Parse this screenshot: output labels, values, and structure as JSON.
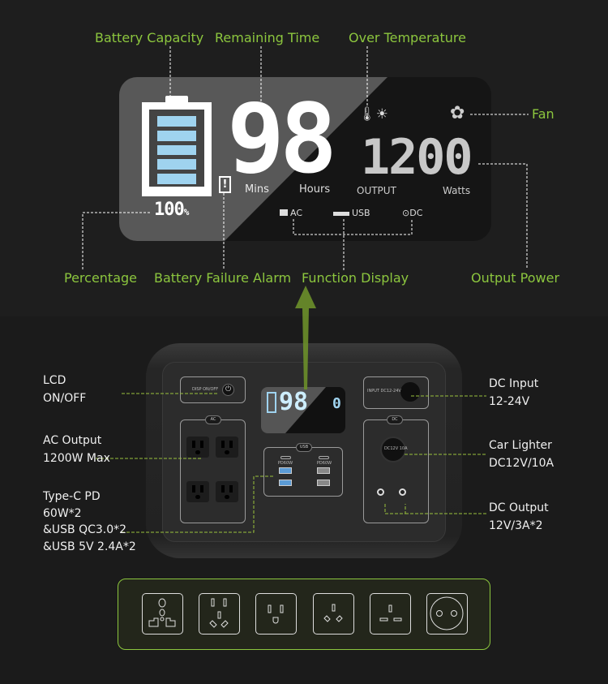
{
  "colors": {
    "accent": "#8cc63e",
    "battery_cell": "#9fd3ef",
    "lcd_light": "#585858",
    "lcd_dark": "#151515"
  },
  "callouts_top": {
    "battery_capacity": "Battery Capacity",
    "remaining_time": "Remaining Time",
    "over_temperature": "Over Temperature",
    "fan": "Fan"
  },
  "callouts_bottom": {
    "percentage": "Percentage",
    "battery_failure_alarm": "Battery Failure Alarm",
    "function_display": "Function Display",
    "output_power": "Output Power"
  },
  "lcd": {
    "time_value": "98",
    "mins": "Mins",
    "hours": "Hours",
    "output_value": "1200",
    "output_label": "OUTPUT",
    "watts": "Watts",
    "percent_value": "100",
    "percent_sign": "%",
    "alarm": "!",
    "functions": {
      "ac": "AC",
      "usb": "USB",
      "dc": "DC"
    },
    "battery_level": 1.0
  },
  "left_labels": {
    "lcd": [
      "LCD",
      "ON/OFF"
    ],
    "ac": [
      "AC Output",
      "1200W Max"
    ],
    "usb": [
      "Type-C PD",
      "60W*2",
      "&USB QC3.0*2",
      "&USB 5V 2.4A*2"
    ]
  },
  "right_labels": {
    "dc_input": [
      "DC Input",
      "12-24V"
    ],
    "car": [
      "Car Lighter",
      "DC12V/10A"
    ],
    "dc_out": [
      "DC Output",
      "12V/3A*2"
    ]
  },
  "device": {
    "disp": "DISP ON/OFF",
    "input": "INPUT DC12-24V",
    "ac": "AC",
    "dc": "DC",
    "usb": "USB",
    "car": "DC12V 10A",
    "pd1": "PD60W",
    "pd2": "PD60W",
    "lcd_time": "98",
    "lcd_out": "0"
  },
  "plug_types": [
    "universal-socket-icon",
    "china-socket-icon",
    "us-socket-icon",
    "australia-socket-icon",
    "uk-socket-icon",
    "eu-socket-icon"
  ]
}
